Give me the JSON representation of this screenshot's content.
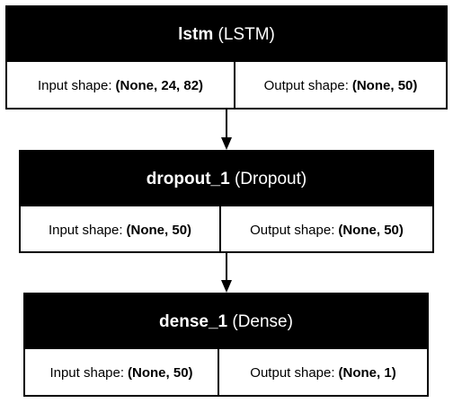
{
  "layers": [
    {
      "name": "lstm",
      "type": "(LSTM)",
      "input_label": "Input shape:",
      "input_shape": "(None, 24, 82)",
      "output_label": "Output shape:",
      "output_shape": "(None, 50)"
    },
    {
      "name": "dropout_1",
      "type": "(Dropout)",
      "input_label": "Input shape:",
      "input_shape": "(None, 50)",
      "output_label": "Output shape:",
      "output_shape": "(None, 50)"
    },
    {
      "name": "dense_1",
      "type": "(Dense)",
      "input_label": "Input shape:",
      "input_shape": "(None, 50)",
      "output_label": "Output shape:",
      "output_shape": "(None, 1)"
    }
  ]
}
